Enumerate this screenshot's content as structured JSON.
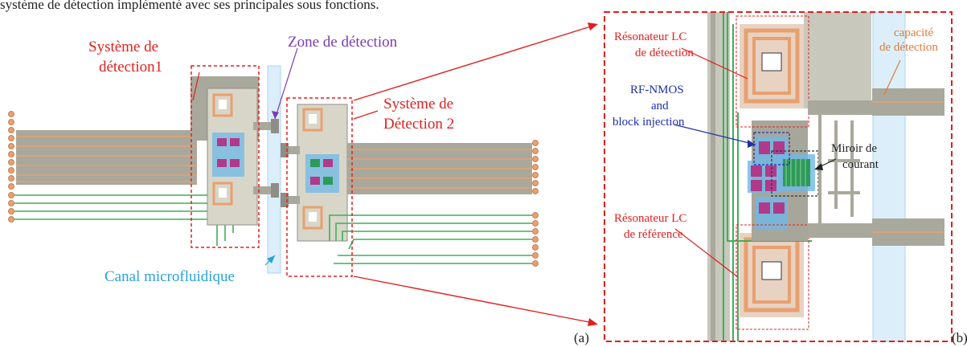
{
  "header_text": "système de détection implémenté avec ses principales sous fonctions.",
  "panel_a": {
    "system1_line1": "Système de",
    "system1_line2": "détection1",
    "zone": "Zone de détection",
    "system2_line1": "Système de",
    "system2_line2": "Détection 2",
    "canal": "Canal microfluidique",
    "tag": "(a)"
  },
  "panel_b": {
    "res_det_line1": "Résonateur LC",
    "res_det_line2": "de détection",
    "cap_line1": "capacité",
    "cap_line2": "de détection",
    "rfnmos_line1": "RF-NMOS",
    "rfnmos_line2": "and",
    "rfnmos_line3": "block injection",
    "miroir_line1": "Miroir de",
    "miroir_line2": "courant",
    "res_ref_line1": "Résonateur LC",
    "res_ref_line2": "de référence",
    "tag": "(b)"
  },
  "colors": {
    "red_label": "#e02020",
    "purple_label": "#7a3bb0",
    "blue_label": "#2aa3d6",
    "navy_label": "#1f2fa8",
    "orange_label": "#e07a3a",
    "trace_gray": "#a9a89c",
    "copper": "#e8a070",
    "green_trace": "#3fae5a",
    "channel_blue": "#dbeefa"
  }
}
